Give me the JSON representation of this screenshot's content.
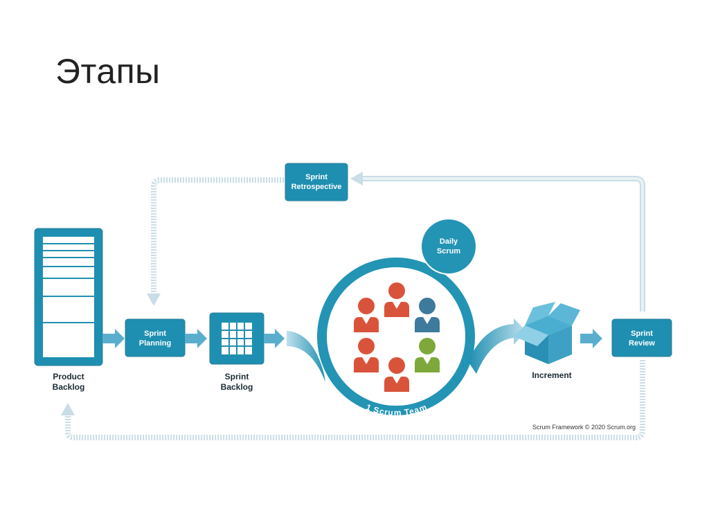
{
  "slide": {
    "title": "Этапы"
  },
  "diagram": {
    "nodes": {
      "product_backlog": [
        "Product",
        "Backlog"
      ],
      "sprint_planning": [
        "Sprint",
        "Planning"
      ],
      "sprint_backlog": [
        "Sprint",
        "Backlog"
      ],
      "sprint_retrospective": [
        "Sprint",
        "Retrospective"
      ],
      "daily_scrum": [
        "Daily",
        "Scrum"
      ],
      "scrum_team": "1 Scrum Team",
      "increment": "Increment",
      "sprint_review": [
        "Sprint",
        "Review"
      ]
    },
    "credit": "Scrum Framework © 2020 Scrum.org"
  },
  "colors": {
    "teal": "#1e8fb0",
    "teal_border": "#2a7d97",
    "light_blue": "#bcd9e6",
    "arrow_blue": "#5aaecd",
    "person_red": "#d9533b",
    "person_blue": "#3d7a9b",
    "person_green": "#7ea83a",
    "label_dark": "#1a2a33"
  }
}
